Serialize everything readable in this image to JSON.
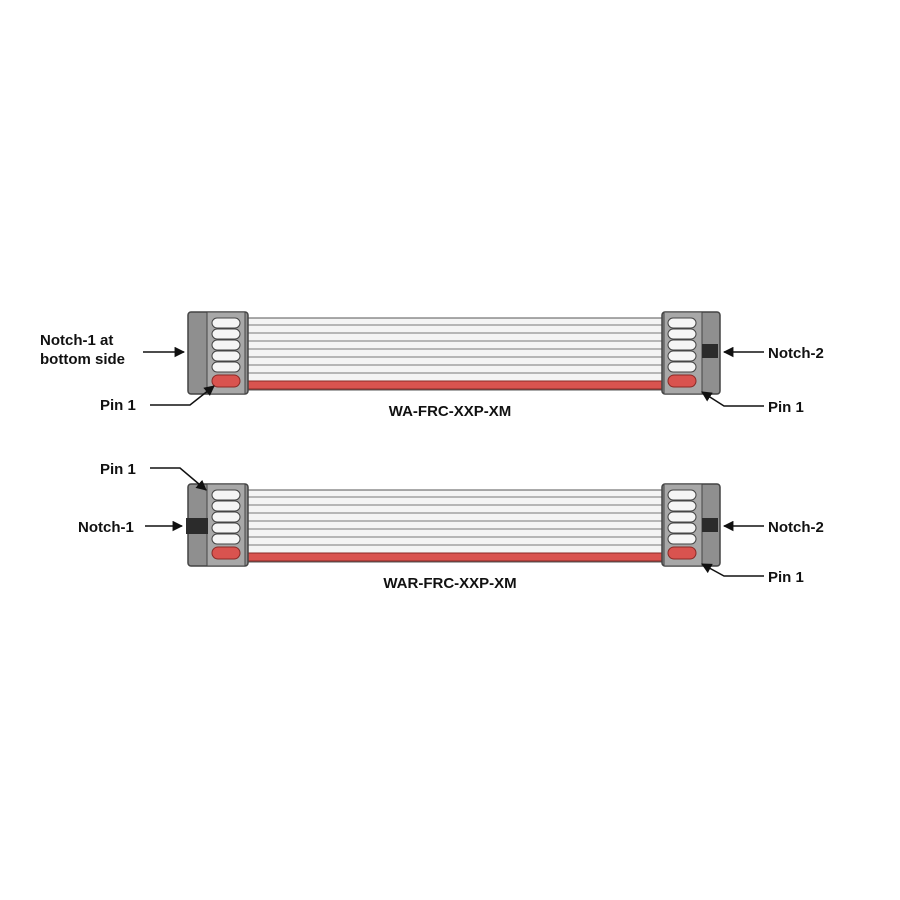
{
  "diagram": {
    "top": {
      "title": "WA-FRC-XXP-XM",
      "notch1_line1": "Notch-1  at",
      "notch1_line2": "bottom side",
      "pin1_left": "Pin 1",
      "notch2": "Notch-2",
      "pin1_right": "Pin 1"
    },
    "bottom": {
      "title": "WAR-FRC-XXP-XM",
      "pin1_left": "Pin 1",
      "notch1": "Notch-1",
      "notch2": "Notch-2",
      "pin1_right": "Pin 1"
    },
    "colors": {
      "housing": "#8f8f8f",
      "housing_dark": "#6e6e6e",
      "wire": "#d9d9d9",
      "red_wire": "#d9534f",
      "notch": "#2b2b2b"
    }
  }
}
